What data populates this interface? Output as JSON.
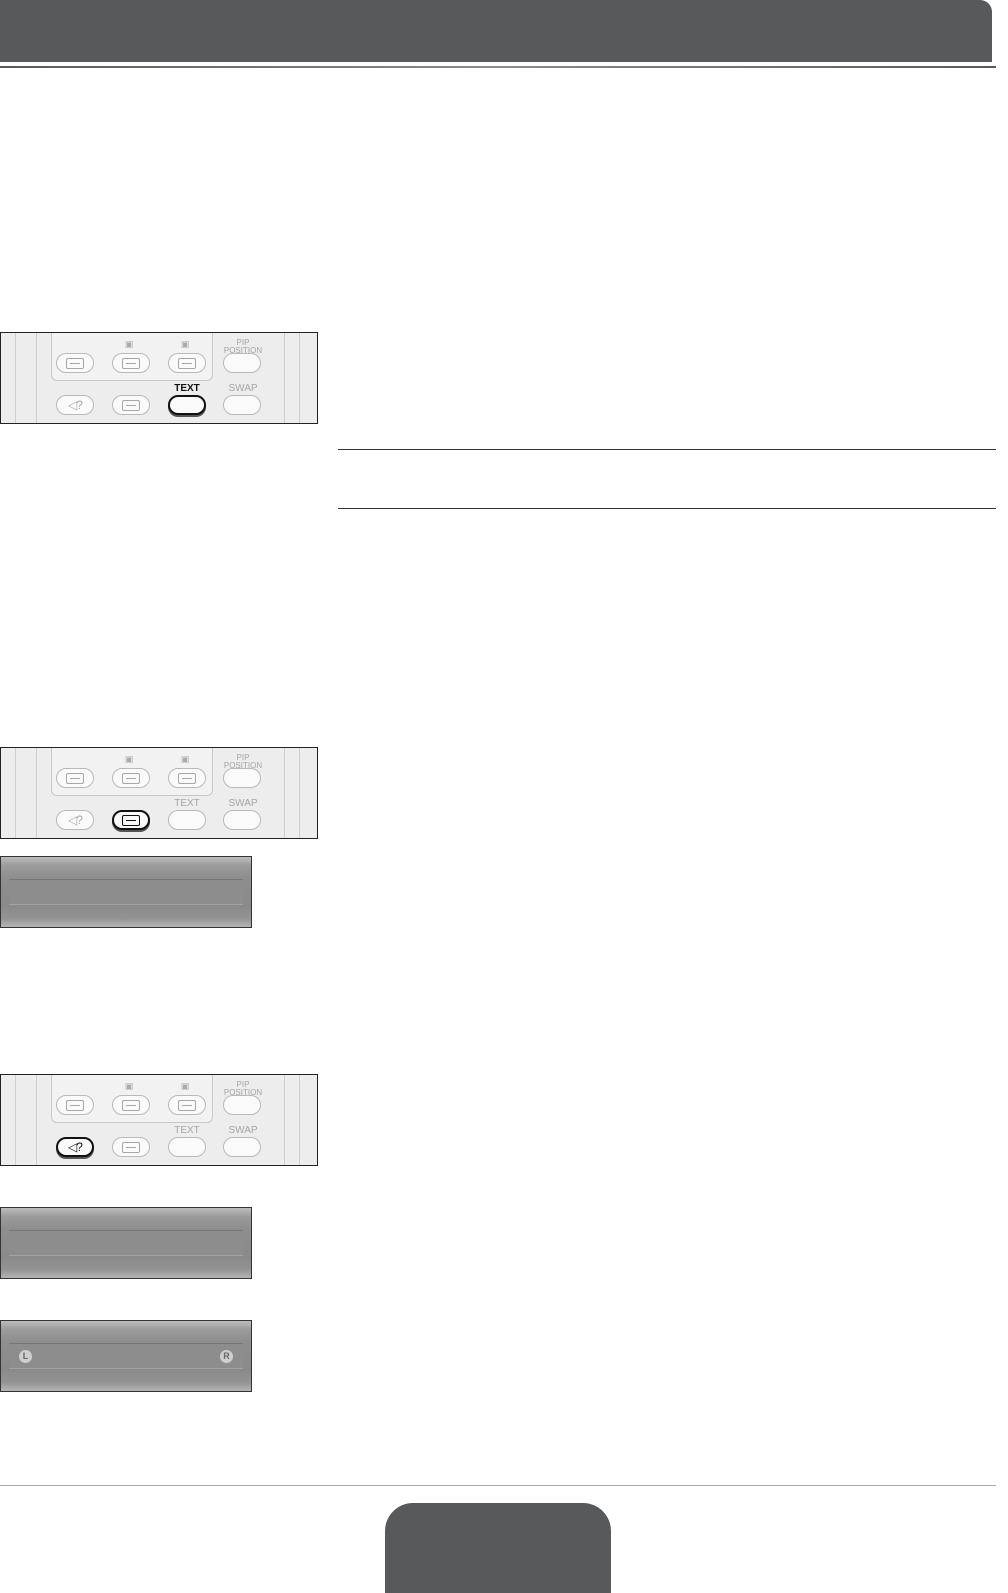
{
  "remote_labels": {
    "pip_line1": "PIP",
    "pip_line2": "POSITION",
    "text": "TEXT",
    "swap": "SWAP",
    "sound_glyph": "◁?"
  },
  "osd_lr": {
    "left": "L",
    "right": "R"
  },
  "colors": {
    "header": "#58595b",
    "active_border": "#111111",
    "inactive": "#b9b9b9"
  },
  "icons": [
    "teletext-page-icon",
    "teletext-hold-icon",
    "teletext-reveal-icon",
    "sound-mode-icon",
    "subtitle-icon"
  ]
}
